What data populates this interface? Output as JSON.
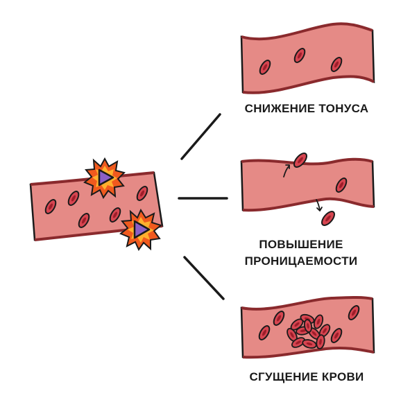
{
  "labels": {
    "tone_decrease": "СНИЖЕНИЕ ТОНУСА",
    "permeability_line1": "ПОВЫШЕНИЕ",
    "permeability_line2": "ПРОНИЦАЕМОСТИ",
    "thickening": "СГУЩЕНИЕ КРОВИ"
  },
  "colors": {
    "vessel_fill": "#e58a86",
    "vessel_wall": "#8a2a2d",
    "rbc_fill": "#d64550",
    "rbc_center": "#9e1d2a",
    "outline": "#1a1a1a",
    "burst_outer": "#f05a1e",
    "burst_inner": "#ffb02e",
    "toxin_fill": "#8b5fc7"
  }
}
